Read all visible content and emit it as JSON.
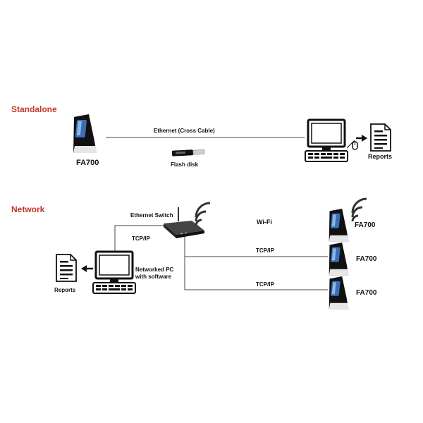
{
  "colors": {
    "section_title": "#c0392b",
    "line": "#444444",
    "device_body": "#111111",
    "screen_blue": "#3b6fb5"
  },
  "standalone": {
    "title": "Standalone",
    "device_label": "FA700",
    "link_label": "Ethernet  (Cross Cable)",
    "usb_label": "Flash disk",
    "reports_label": "Reports",
    "icons": [
      "fa700-device-icon",
      "usb-flash-drive-icon",
      "computer-icon",
      "mouse-icon",
      "arrow-right-icon",
      "report-document-icon"
    ]
  },
  "network": {
    "title": "Network",
    "switch_label": "Ethernet Switch",
    "pc_link_label": "TCP/IP",
    "wifi_label": "Wi-Fi",
    "pc_label_line1": "Networked PC",
    "pc_label_line2": "with software",
    "reports_label": "Reports",
    "links": [
      {
        "device_label": "FA700",
        "link_label": "",
        "wireless": true
      },
      {
        "device_label": "FA700",
        "link_label": "TCP/IP",
        "wireless": false
      },
      {
        "device_label": "FA700",
        "link_label": "TCP/IP",
        "wireless": false
      }
    ]
  }
}
